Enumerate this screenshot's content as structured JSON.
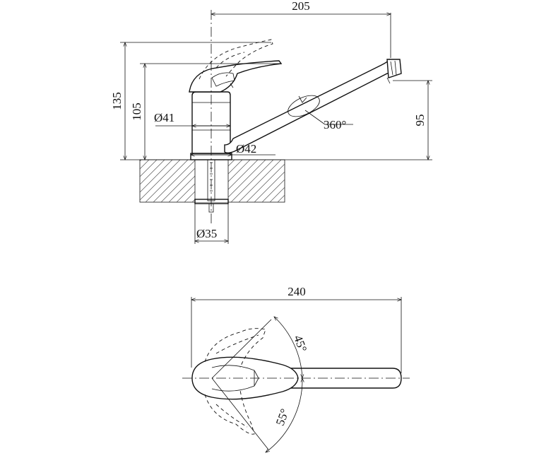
{
  "side_view": {
    "dim_width_top": "205",
    "dim_height_total": "135",
    "dim_height_lever": "105",
    "dim_spout_height": "95",
    "dim_body_diameter": "Ø41",
    "dim_base_diameter": "Ø42",
    "dim_mount_diameter": "Ø35",
    "rotation_label": "360°"
  },
  "top_view": {
    "dim_length": "240",
    "angle_up": "45°",
    "angle_down": "55°"
  }
}
